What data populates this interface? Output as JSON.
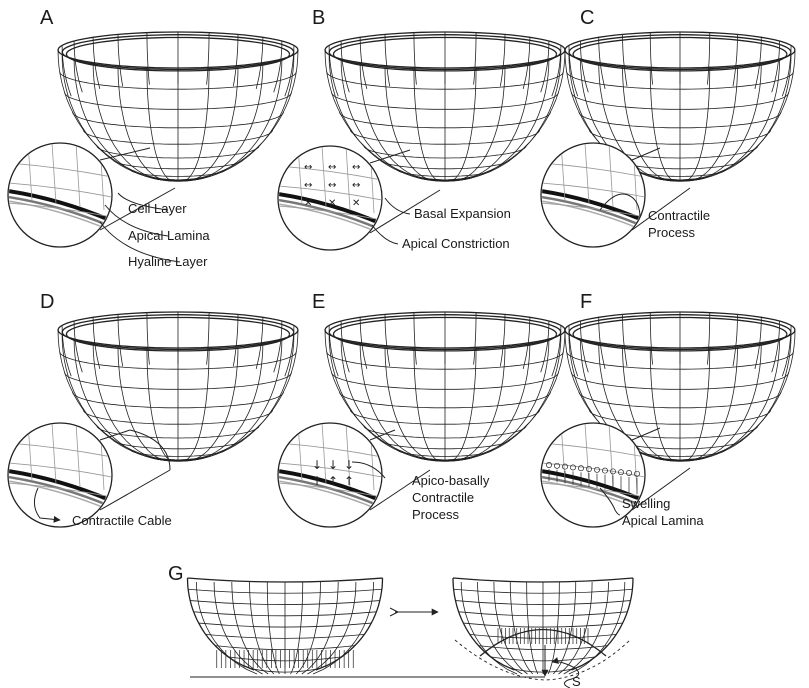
{
  "panels": [
    {
      "letter": "A",
      "labels": [
        "Cell Layer",
        "Apical Lamina",
        "Hyaline Layer"
      ]
    },
    {
      "letter": "B",
      "labels": [
        "Basal Expansion",
        "Apical Constriction"
      ]
    },
    {
      "letter": "C",
      "labels": [
        "Contractile",
        "Process"
      ]
    },
    {
      "letter": "D",
      "labels": [
        "Contractile Cable"
      ]
    },
    {
      "letter": "E",
      "labels": [
        "Apico-basally",
        "Contractile",
        "Process"
      ]
    },
    {
      "letter": "F",
      "labels": [
        "Swelling",
        "Apical Lamina"
      ]
    }
  ],
  "panel_g": {
    "letter": "G",
    "marker": "S"
  }
}
